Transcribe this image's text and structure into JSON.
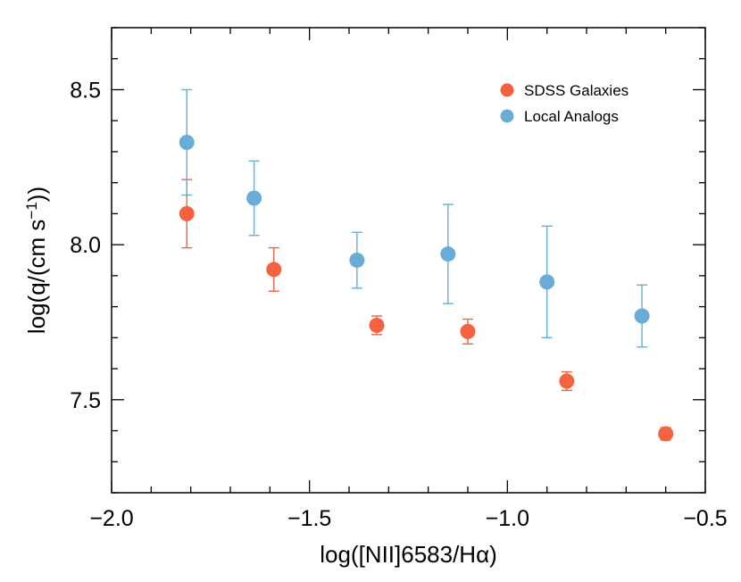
{
  "chart_data": {
    "type": "scatter",
    "xlabel": "log([NII]6583/Hα)",
    "ylabel": "log(q/(cm s",
    "ylabel_sup": "−1",
    "ylabel_tail": "))",
    "xlim": [
      -2.0,
      -0.5
    ],
    "ylim": [
      7.2,
      8.7
    ],
    "x_ticks": [
      -2.0,
      -1.5,
      -1.0,
      -0.5
    ],
    "x_tick_labels": [
      "−2.0",
      "−1.5",
      "−1.0",
      "−0.5"
    ],
    "y_ticks": [
      7.5,
      8.0,
      8.5
    ],
    "y_tick_labels": [
      "7.5",
      "8.0",
      "8.5"
    ],
    "x_minor_step": 0.1,
    "y_minor_step": 0.1,
    "grid": false,
    "legend_position": "top-right",
    "series": [
      {
        "name": "SDSS Galaxies",
        "color": "#f4623f",
        "points": [
          {
            "x": -1.81,
            "y": 8.1,
            "err": 0.11
          },
          {
            "x": -1.59,
            "y": 7.92,
            "err": 0.07
          },
          {
            "x": -1.33,
            "y": 7.74,
            "err": 0.03
          },
          {
            "x": -1.1,
            "y": 7.72,
            "err": 0.04
          },
          {
            "x": -0.85,
            "y": 7.56,
            "err": 0.03
          },
          {
            "x": -0.6,
            "y": 7.39,
            "err": 0.02
          }
        ]
      },
      {
        "name": "Local Analogs",
        "color": "#6aacd8",
        "points": [
          {
            "x": -1.81,
            "y": 8.33,
            "err": 0.17
          },
          {
            "x": -1.64,
            "y": 8.15,
            "err": 0.12
          },
          {
            "x": -1.38,
            "y": 7.95,
            "err": 0.09
          },
          {
            "x": -1.15,
            "y": 7.97,
            "err": 0.16
          },
          {
            "x": -0.9,
            "y": 7.88,
            "err": 0.18
          },
          {
            "x": -0.66,
            "y": 7.77,
            "err": 0.1
          }
        ]
      }
    ]
  }
}
